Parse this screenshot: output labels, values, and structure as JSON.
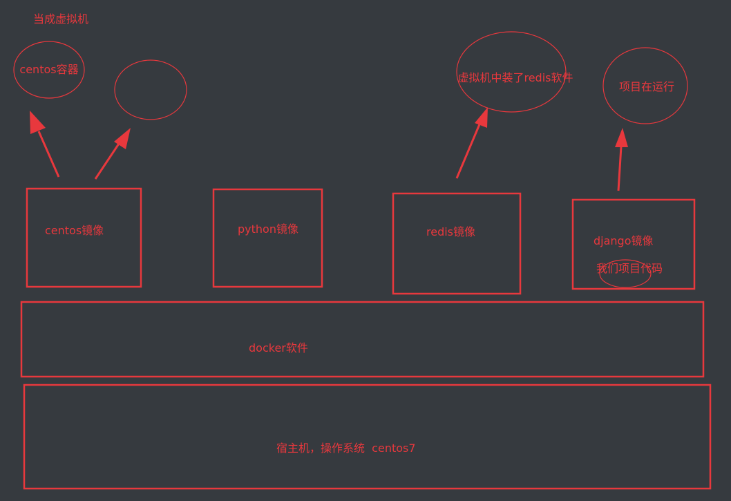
{
  "colors": {
    "background": "#363a3f",
    "stroke": "#e8383d",
    "text": "#e8383d"
  },
  "labels": {
    "treat_as_vm": "当成虚拟机",
    "centos_container": "centos容器",
    "vm_with_redis": "虚拟机中装了redis软件",
    "project_running": "项目在运行",
    "centos_image": "centos镜像",
    "python_image": "python镜像",
    "redis_image": "redis镜像",
    "django_image": "django镜像",
    "our_project_code": "我们项目代码",
    "docker_software": "docker软件",
    "host_os": "宿主机，操作系统  centos7"
  }
}
